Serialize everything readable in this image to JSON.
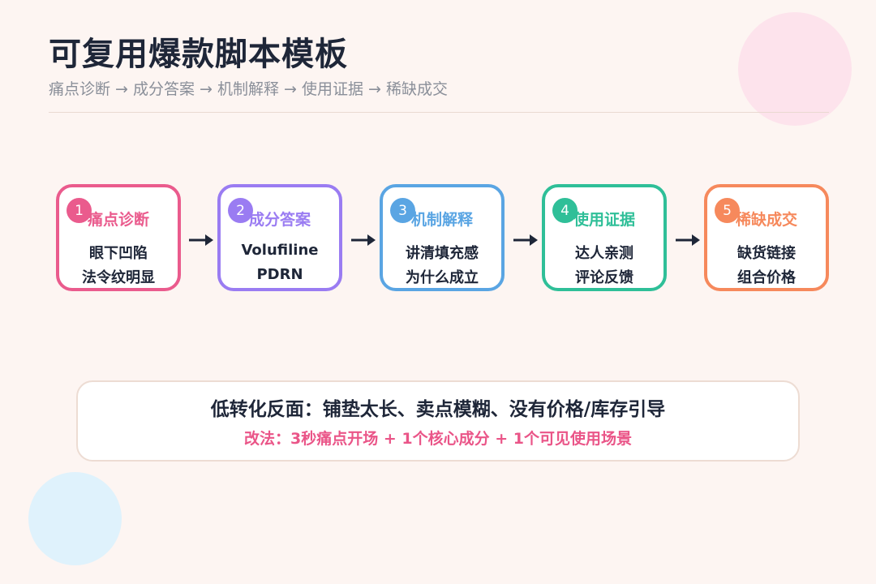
{
  "header": {
    "title": "可复用爆款脚本模板",
    "subtitle": "痛点诊断 → 成分答案 → 机制解释 → 使用证据 → 稀缺成交"
  },
  "steps": [
    {
      "number": "1",
      "title": "痛点诊断",
      "line1": "眼下凹陷",
      "line2": "法令纹明显",
      "color": "#ea5b8d"
    },
    {
      "number": "2",
      "title": "成分答案",
      "line1": "Volufiline",
      "line2": "PDRN",
      "color": "#9a7cf2"
    },
    {
      "number": "3",
      "title": "机制解释",
      "line1": "讲清填充感",
      "line2": "为什么成立",
      "color": "#5aa5e3"
    },
    {
      "number": "4",
      "title": "使用证据",
      "line1": "达人亲测",
      "line2": "评论反馈",
      "color": "#2fbf98"
    },
    {
      "number": "5",
      "title": "稀缺成交",
      "line1": "缺货链接",
      "line2": "组合价格",
      "color": "#f6895c"
    }
  ],
  "callout": {
    "main": "低转化反面：铺垫太长、卖点模糊、没有价格/库存引导",
    "fix": "改法：3秒痛点开场 + 1个核心成分 + 1个可见使用场景"
  }
}
